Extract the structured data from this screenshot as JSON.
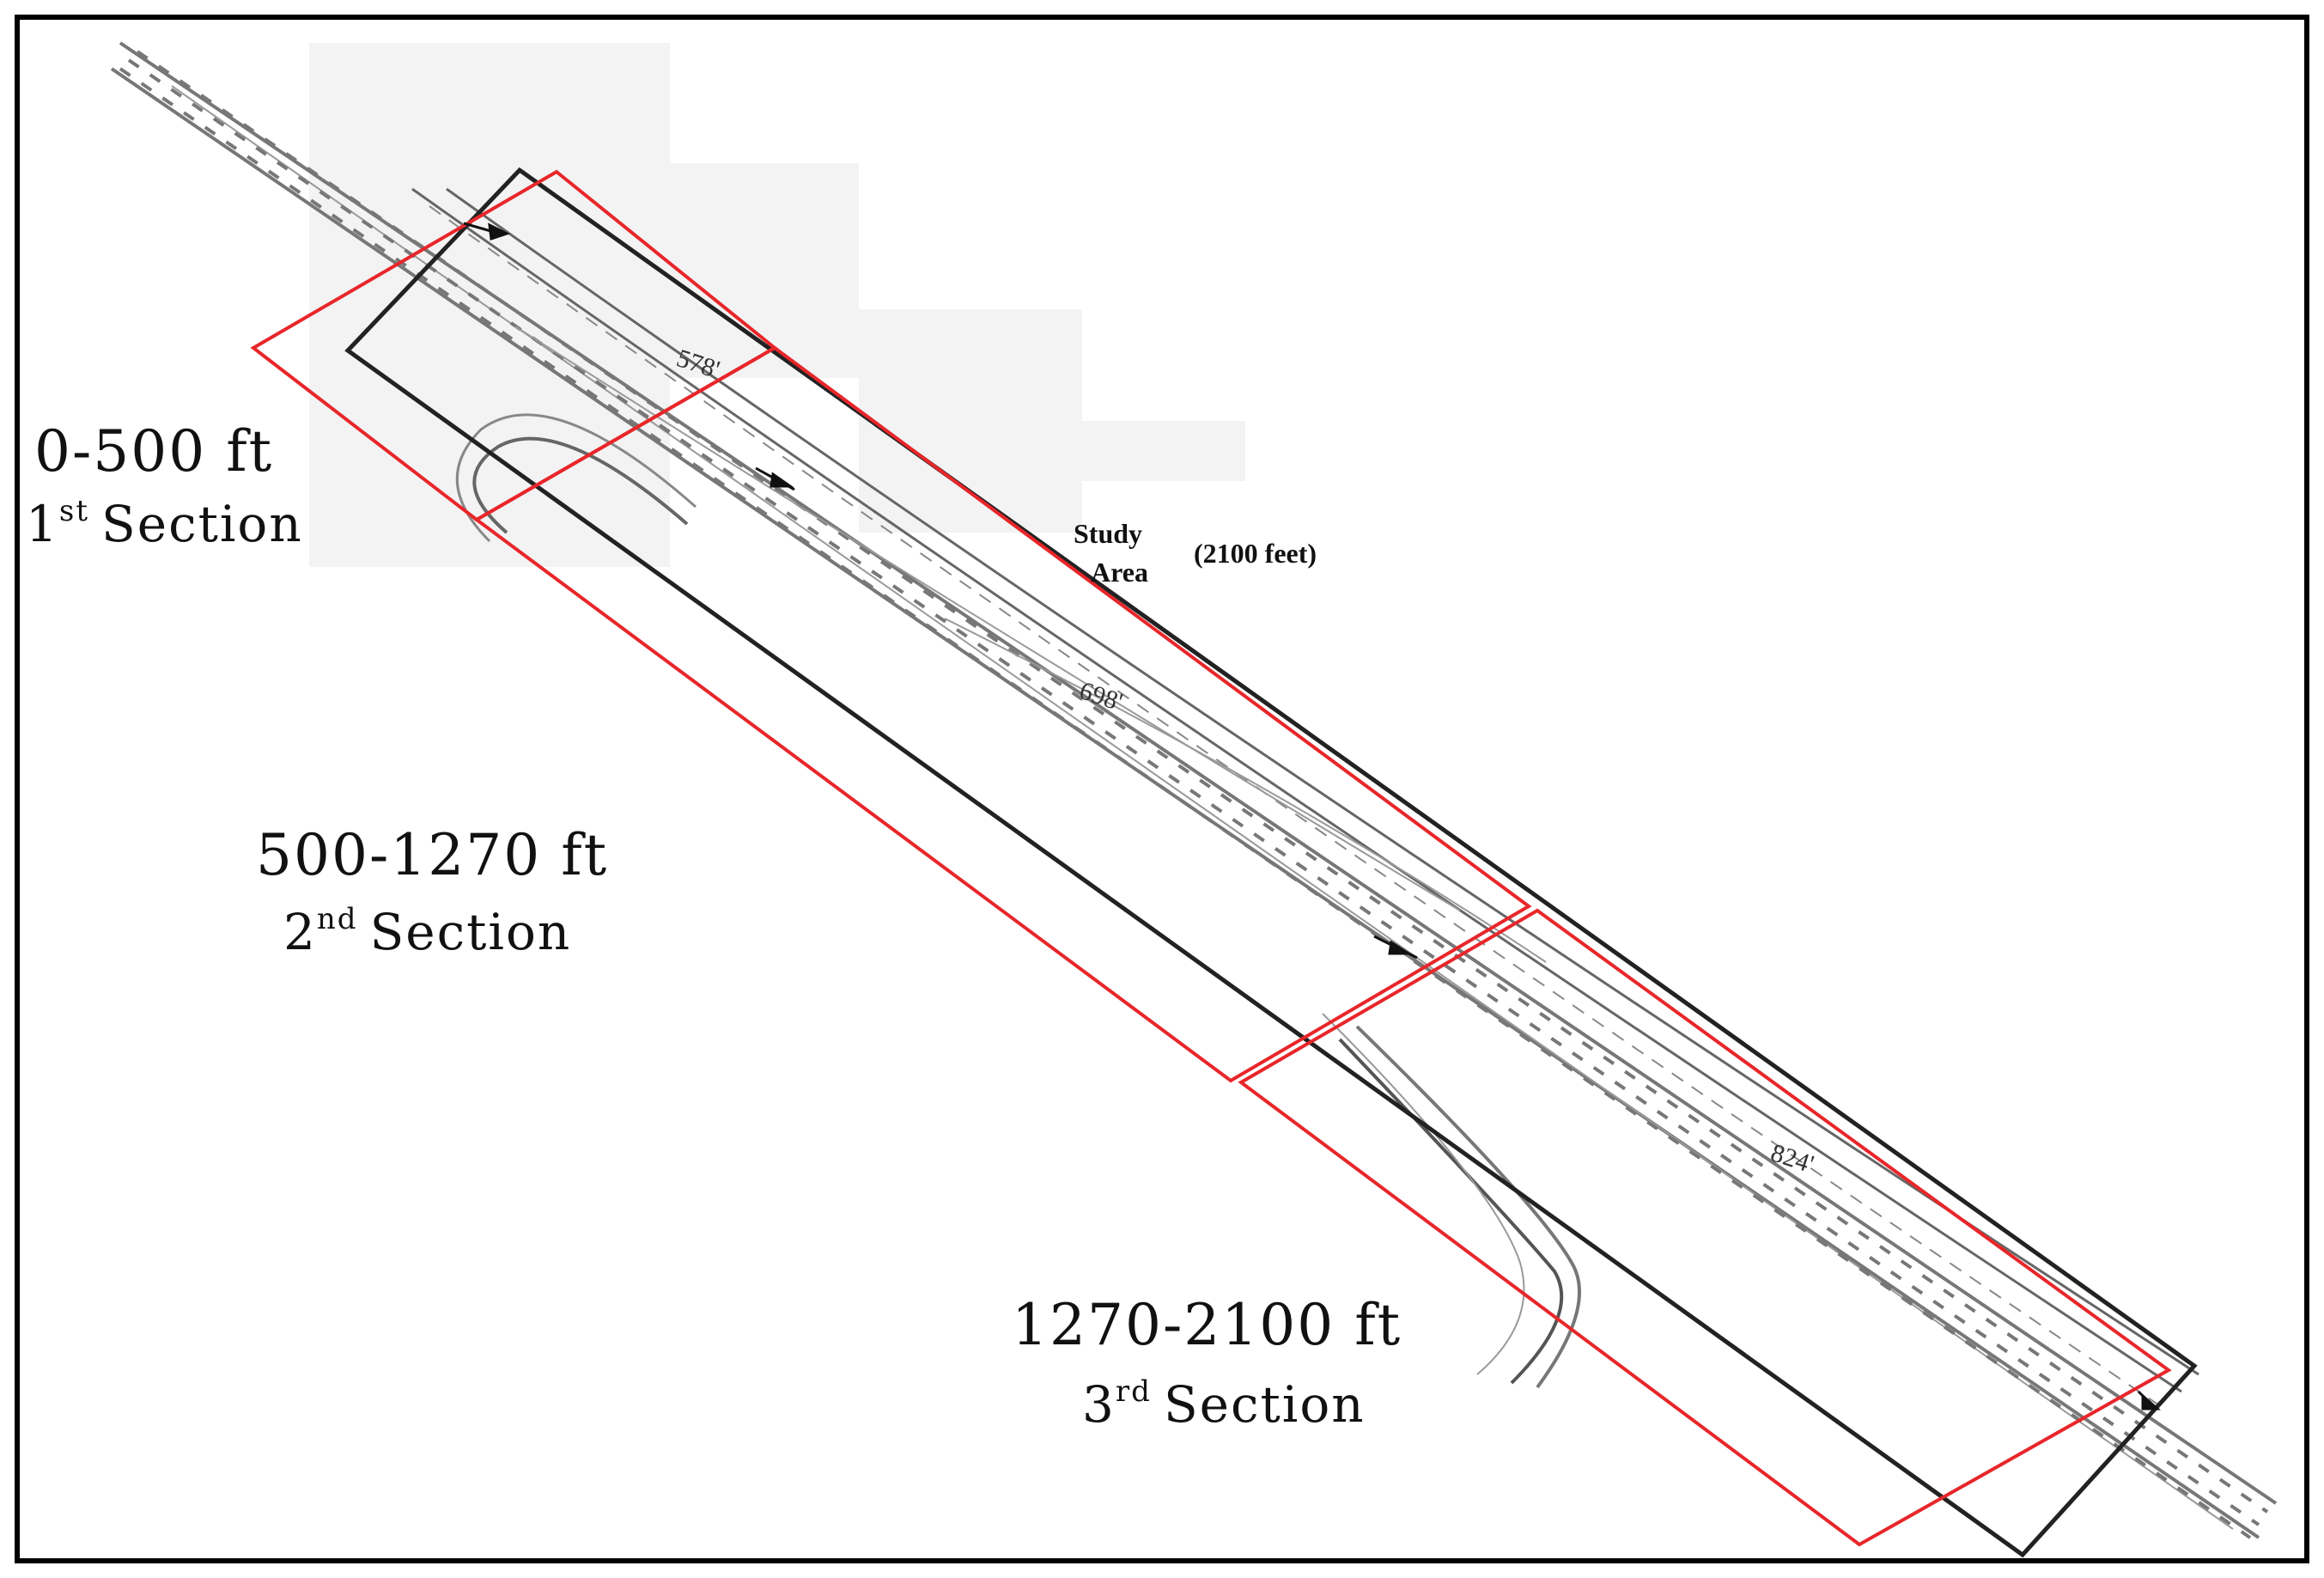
{
  "sections": [
    {
      "range": "0-500 ft",
      "ordinal_number": "1",
      "ordinal_suffix": "st",
      "name": "Section"
    },
    {
      "range": "500-1270 ft",
      "ordinal_number": "2",
      "ordinal_suffix": "nd",
      "name": "Section"
    },
    {
      "range": "1270-2100 ft",
      "ordinal_number": "3",
      "ordinal_suffix": "rd",
      "name": "Section"
    }
  ],
  "study_area": {
    "line1": "Study",
    "line2": "Area",
    "length": "(2100 feet)"
  },
  "segment_lengths": [
    "578'",
    "698'",
    "824'"
  ],
  "colors": {
    "section_box": "#e8262a",
    "study_area_box": "#222222",
    "road": "#555555",
    "frame": "#000000"
  }
}
